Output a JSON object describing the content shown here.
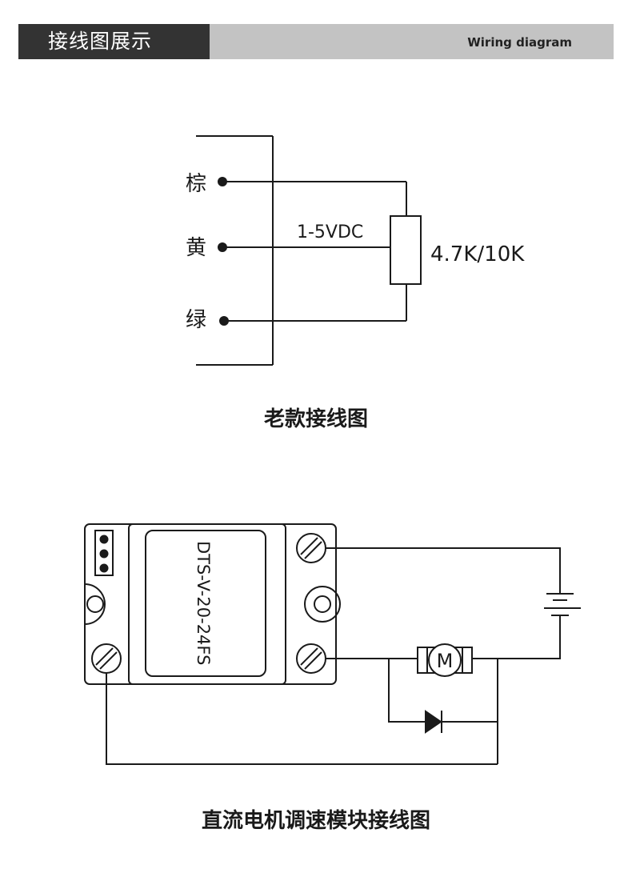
{
  "header": {
    "title": "接线图展示",
    "subtitle": "Wiring diagram"
  },
  "diagram_old": {
    "wire_labels": [
      "棕",
      "黄",
      "绿"
    ],
    "voltage_label": "1-5VDC",
    "resistor_label": "4.7K/10K",
    "caption": "老款接线图"
  },
  "diagram_dc": {
    "module_label": "DTS-V-20-24FS",
    "motor_label": "M",
    "caption": "直流电机调速模块接线图"
  }
}
